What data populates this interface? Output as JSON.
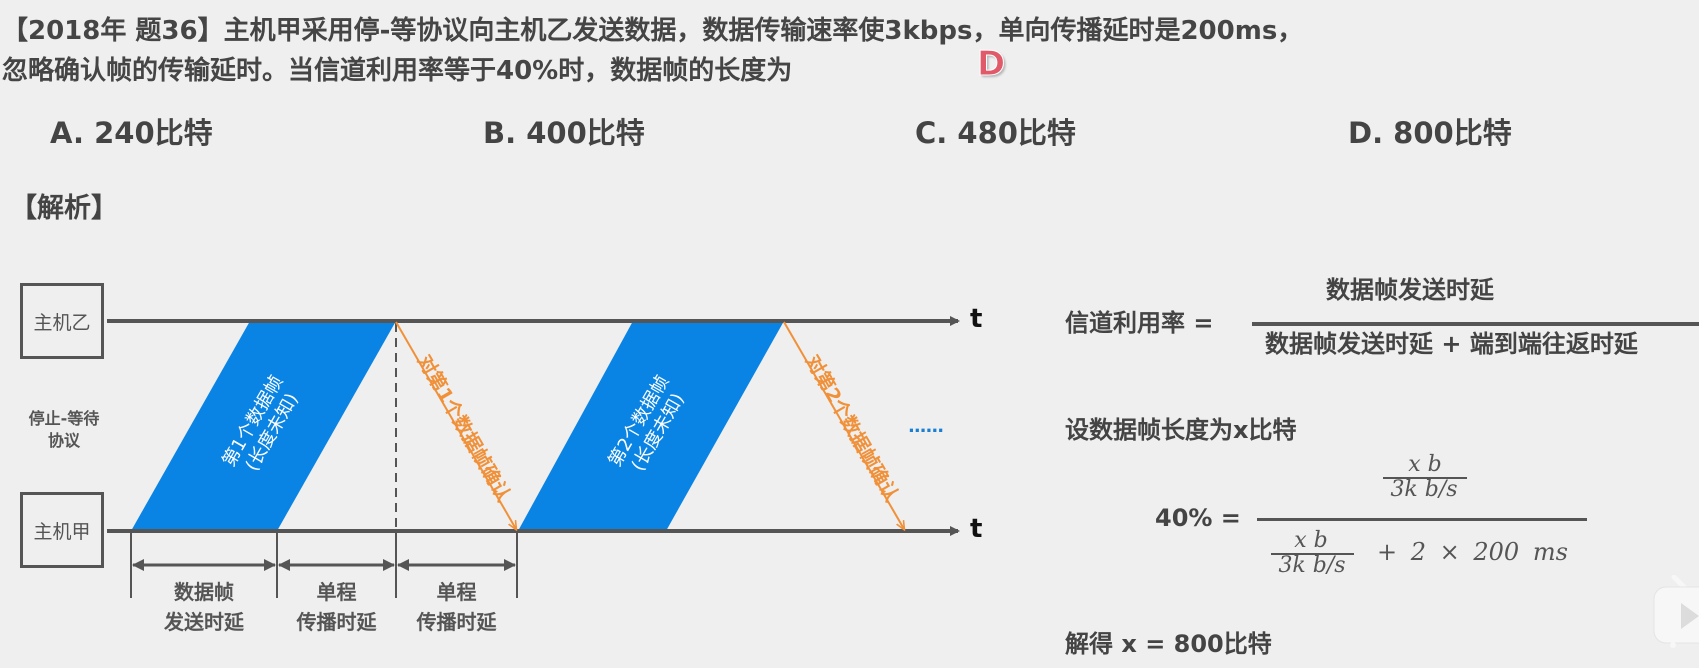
{
  "question": {
    "line1": "【2018年 题36】主机甲采用停-等协议向主机乙发送数据，数据传输速率使3kbps，单向传播延时是200ms，",
    "line2": "忽略确认帧的传输延时。当信道利用率等于40%时，数据帧的长度为",
    "answer": "D",
    "answer_color": "#e05a6a"
  },
  "options": [
    {
      "label": "A. 240比特"
    },
    {
      "label": "B. 400比特"
    },
    {
      "label": "C. 480比特"
    },
    {
      "label": "D. 800比特"
    }
  ],
  "analysis": {
    "title": "【解析】"
  },
  "diagram": {
    "host_b": "主机乙",
    "host_a": "主机甲",
    "protocol_line1": "停止-等待",
    "protocol_line2": "协议",
    "time_axis_label": "t",
    "frame1_line1": "第1个数据帧",
    "frame1_line2": "(长度未知)",
    "frame2_line1": "第2个数据帧",
    "frame2_line2": "(长度未知)",
    "ack1": "对第1个数据帧确认",
    "ack2": "对第2个数据帧确认",
    "ellipsis": "......",
    "spans": [
      {
        "line1": "数据帧",
        "line2": "发送时延"
      },
      {
        "line1": "单程",
        "line2": "传播时延"
      },
      {
        "line1": "单程",
        "line2": "传播时延"
      }
    ],
    "colors": {
      "frame": "#0a84e4",
      "ack": "#f0913a",
      "axis": "#555555",
      "ellipsis": "#1a7fd4"
    }
  },
  "formulas": {
    "utilization_lhs": "信道利用率 =",
    "utilization_num": "数据帧发送时延",
    "utilization_den": "数据帧发送时延 + 端到端往返时延",
    "assume": "设数据帧长度为x比特",
    "eq_lhs": "40% =",
    "eq_num_top": "x  b",
    "eq_num_bot": "3k  b/s",
    "eq_den_top": "x  b",
    "eq_den_bot": "3k  b/s",
    "eq_den_rest": "+  2  ×  200  ms",
    "result": "解得 x = 800比特"
  },
  "overlay": {
    "icon": "tv-play-icon"
  }
}
